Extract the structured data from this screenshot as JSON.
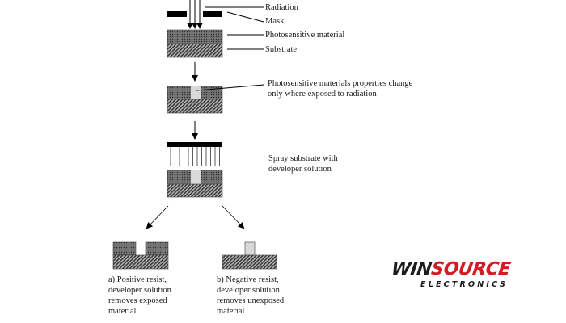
{
  "diagram": {
    "title": "Photolithography process",
    "labels": {
      "radiation": "Radiation",
      "mask": "Mask",
      "photosensitive_material": "Photosensitive material",
      "substrate": "Substrate"
    },
    "steps": [
      {
        "name": "exposure",
        "text_lines": [
          "Photosensitive materials properties change",
          "only where exposed to radiation"
        ]
      },
      {
        "name": "develop",
        "text_lines": [
          "Spray substrate with",
          "developer solution"
        ]
      }
    ],
    "outcomes": [
      {
        "name": "positive-resist",
        "text_lines": [
          "a) Positive resist,",
          "developer solution",
          "removes exposed",
          "material"
        ]
      },
      {
        "name": "negative-resist",
        "text_lines": [
          "b) Negative resist,",
          "developer solution",
          "removes unexposed",
          "material"
        ]
      }
    ],
    "colors": {
      "photosensitive": "#555555",
      "exposed": "#d9d9d9",
      "substrate": "#7a7a7a",
      "mask": "#000000",
      "line": "#000000"
    }
  },
  "logo": {
    "brand_part1": "WIN",
    "brand_part2": "SOURCE",
    "subtitle": "ELECTRONICS",
    "colors": {
      "primary": "#1c1c1c",
      "accent": "#d31b24"
    }
  }
}
